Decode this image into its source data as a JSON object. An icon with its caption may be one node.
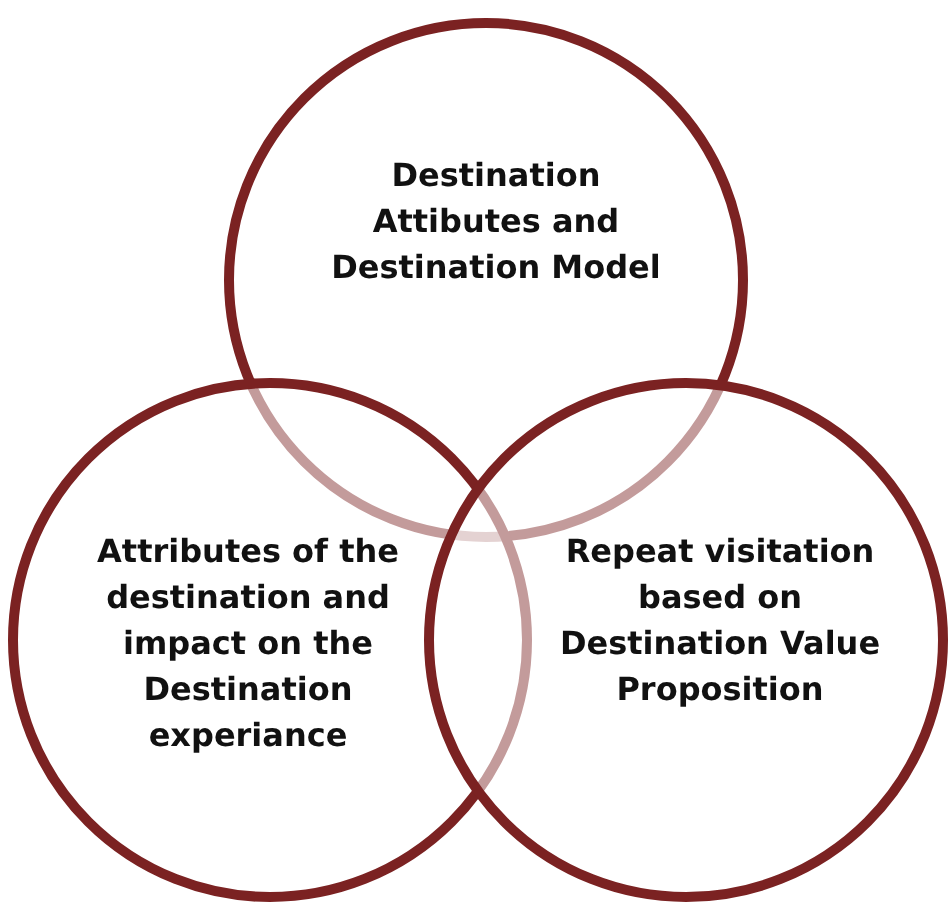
{
  "diagram": {
    "nodes": [
      {
        "text": [
          "Destination Attibutes and Destination Model"
        ]
      },
      {
        "text": [
          "Attributes of the destination and impact on the Destination experiance"
        ]
      },
      {
        "text": [
          "Repeat visitation based on Destination Value Proposition"
        ]
      }
    ]
  }
}
